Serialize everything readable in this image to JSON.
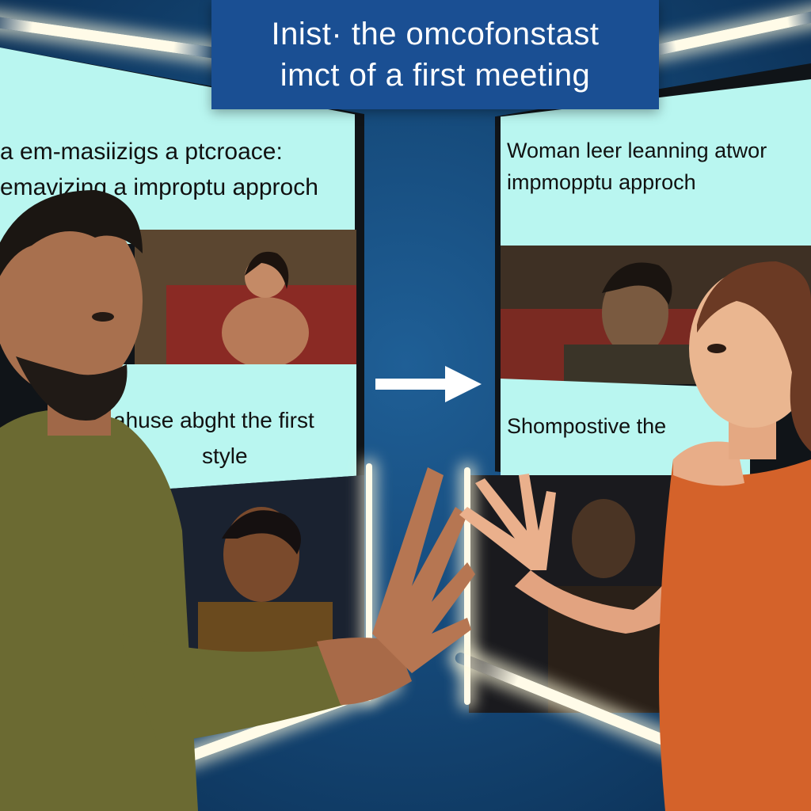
{
  "title": {
    "line1": "Inist· the omcofonstast",
    "line2": "imct of a first meeting"
  },
  "left_screen": {
    "top_caption_line1": "a em-masiizigs a ptcroace:",
    "top_caption_line2": "emavizing a improptu approch",
    "bottom_caption_line1": "ahuse abght the first",
    "bottom_caption_line2": "style"
  },
  "right_screen": {
    "top_caption_line1": "Woman leer leanning atwor",
    "top_caption_line2": "impmopptu approch",
    "bottom_caption_line1": "Shompostive the"
  },
  "colors": {
    "banner": "#1a4f93",
    "caption_bg": "#b9f6f0",
    "background": "#164b7c",
    "man_jacket": "#6b6a32",
    "woman_top": "#d4622a"
  },
  "icons": {
    "arrow": "right-arrow-icon"
  }
}
